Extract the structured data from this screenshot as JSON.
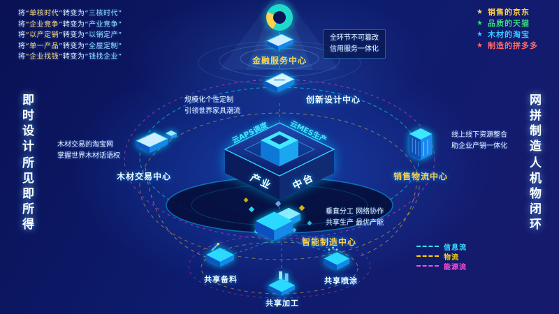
{
  "left_panel": {
    "transforms": [
      {
        "pre": "将",
        "from": "“单核时代”",
        "mid": "转变为",
        "to": "“三核时代”"
      },
      {
        "pre": "将",
        "from": "“企业竞争”",
        "mid": "转变为",
        "to": "“产业竞争”"
      },
      {
        "pre": "将",
        "from": "“以产定销”",
        "mid": "转变为",
        "to": "“以销定产”"
      },
      {
        "pre": "将",
        "from": "“单一产品”",
        "mid": "转变为",
        "to": "“全屋定制”"
      },
      {
        "pre": "将",
        "from": "“企业找钱”",
        "mid": "转变为",
        "to": "“钱找企业”"
      }
    ],
    "vertical_top": "即时设计",
    "vertical_bottom": "所见即所得"
  },
  "right_panel": {
    "stars": [
      {
        "label": "销售的京东",
        "color": "#ffd24d"
      },
      {
        "label": "品质的天猫",
        "color": "#35d97c"
      },
      {
        "label": "木材的淘宝",
        "color": "#35c8ff"
      },
      {
        "label": "制造的拼多多",
        "color": "#ff6a6a"
      }
    ],
    "vertical_top": "网拼制造",
    "vertical_bottom": "人机物闭环"
  },
  "center_platform": {
    "aps_label": "云APS调度",
    "mes_label": "云MES生产",
    "name_left": "产业",
    "name_right": "中台"
  },
  "nodes": [
    {
      "id": "finance",
      "label": "金融服务中心"
    },
    {
      "id": "innovation",
      "label": "创新设计中心"
    },
    {
      "id": "wood",
      "label": "木材交易中心"
    },
    {
      "id": "logistics",
      "label": "销售物流中心"
    },
    {
      "id": "manufacturing",
      "label": "智能制造中心"
    },
    {
      "id": "materials",
      "label": "共享备料"
    },
    {
      "id": "processing",
      "label": "共享加工"
    },
    {
      "id": "spraying",
      "label": "共享喷涂"
    }
  ],
  "callouts": [
    {
      "node": "finance",
      "line1": "全环节不可篡改",
      "line2": "信用服务一体化"
    },
    {
      "node": "innovation",
      "line1": "规模化个性定制",
      "line2": "引领世界家具潮流"
    },
    {
      "node": "wood",
      "line1": "木材交易的淘宝网",
      "line2": "掌握世界木材话语权"
    },
    {
      "node": "logistics",
      "line1": "线上线下资源整合",
      "line2": "助企业产销一体化"
    },
    {
      "node": "manufacturing",
      "line1": "垂直分工 网络协作",
      "line2": "共享生产 最优产能"
    }
  ],
  "legend": {
    "items": [
      {
        "label": "信息流",
        "color": "#35e1ff"
      },
      {
        "label": "物流",
        "color": "#ffd400"
      },
      {
        "label": "能源流",
        "color": "#ff4fd8"
      }
    ]
  }
}
